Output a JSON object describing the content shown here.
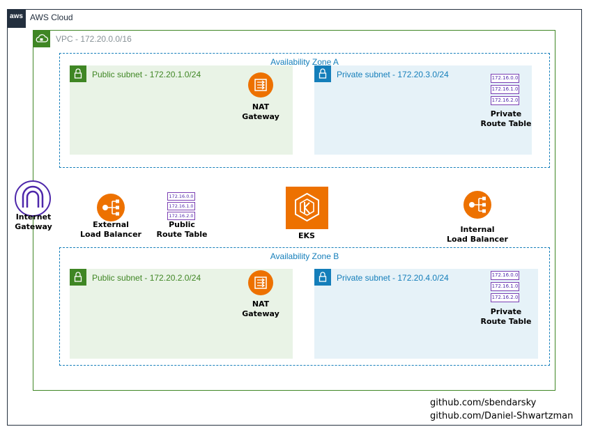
{
  "cloud": {
    "title": "AWS Cloud",
    "logo": "aws"
  },
  "vpc": {
    "title": "VPC - 172.20.0.0/16"
  },
  "zones": [
    {
      "title": "Availability Zone A",
      "public_subnet": "Public subnet - 172.20.1.0/24",
      "private_subnet": "Private subnet - 172.20.3.0/24"
    },
    {
      "title": "Availability Zone B",
      "public_subnet": "Public subnet - 172.20.2.0/24",
      "private_subnet": "Private subnet - 172.20.4.0/24"
    }
  ],
  "nat_gateway": "NAT\nGateway",
  "private_route_table": {
    "label": "Private\nRoute Table",
    "routes": [
      "172.16.0.0",
      "172.16.1.0",
      "172.16.2.0"
    ]
  },
  "public_route_table": {
    "label": "Public\nRoute Table",
    "routes": [
      "172.16.0.0",
      "172.16.1.0",
      "172.16.2.0"
    ]
  },
  "internet_gateway": "Internet\nGateway",
  "external_lb": "External\nLoad Balancer",
  "internal_lb": "Internal\nLoad Balancer",
  "eks": "EKS",
  "credits": [
    "github.com/sbendarsky",
    "github.com/Daniel-Shwartzman"
  ],
  "colors": {
    "cloud": "#232f3e",
    "vpc": "#3f8624",
    "zone": "#147eba",
    "orange": "#ed7100",
    "purple": "#7a3eb3"
  },
  "icons": [
    "cloud-icon",
    "lock-icon",
    "nat-gateway-icon",
    "load-balancer-icon",
    "internet-gateway-icon",
    "eks-icon"
  ]
}
